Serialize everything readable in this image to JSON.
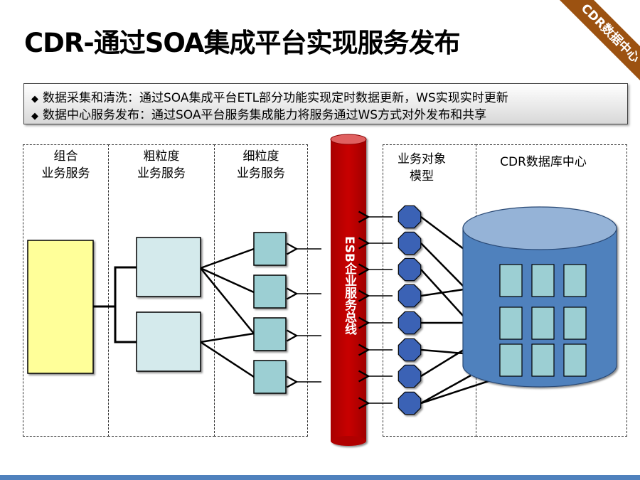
{
  "header": {
    "title": "CDR-通过SOA集成平台实现服务发布",
    "ribbon": "CDR数据中心"
  },
  "bullets": [
    {
      "icon": "diamond-bullet-icon",
      "text": "数据采集和清洗：通过SOA集成平台ETL部分功能实现定时数据更新，WS实现实时更新"
    },
    {
      "icon": "diamond-bullet-icon",
      "text": "数据中心服务发布：通过SOA平台服务集成能力将服务通过WS方式对外发布和共享"
    }
  ],
  "columns": {
    "composite": {
      "line1": "组合",
      "line2": "业务服务"
    },
    "coarse": {
      "line1": "粗粒度",
      "line2": "业务服务"
    },
    "fine": {
      "line1": "细粒度",
      "line2": "业务服务"
    },
    "object_model": {
      "line1": "业务对象",
      "line2": "模型"
    },
    "database": {
      "line1": "CDR数据库中心"
    }
  },
  "esb": {
    "label": "ESB企业服务总线"
  },
  "colors": {
    "esb_red": "#c00000",
    "composite_yellow": "#ffff99",
    "coarse_fill": "#d4eaec",
    "fine_fill": "#9ccfd3",
    "node_blue": "#3a62b5",
    "db_body": "#4f81bd",
    "db_top": "#95b3d7",
    "footer_bar": "#4f81bd"
  }
}
